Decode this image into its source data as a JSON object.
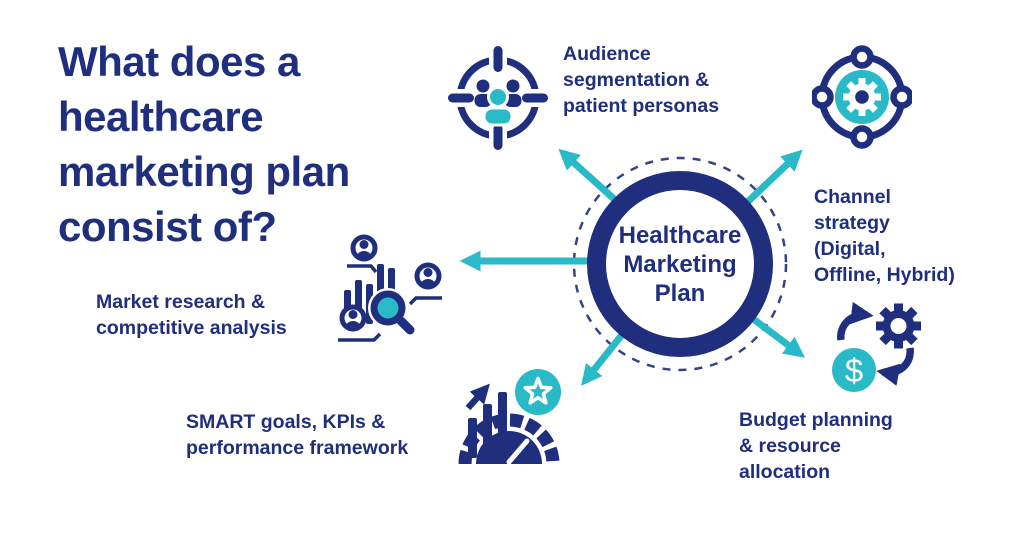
{
  "colors": {
    "navy": "#1f2e7d",
    "teal": "#2ab9c7",
    "background": "#ffffff"
  },
  "title": "What does a\nhealthcare\nmarketing plan\nconsist of?",
  "hub": {
    "label": "Healthcare\nMarketing\nPlan"
  },
  "items": [
    {
      "id": "audience-segmentation",
      "icon": "audience-target-icon",
      "label": "Audience\nsegmentation &\npatient personas"
    },
    {
      "id": "channel-strategy",
      "icon": "channel-network-gear-icon",
      "label": "Channel\nstrategy\n(Digital,\nOffline, Hybrid)"
    },
    {
      "id": "budget-planning",
      "icon": "budget-money-gear-icon",
      "dollar_sign": "$",
      "label": "Budget planning\n& resource\nallocation"
    },
    {
      "id": "smart-goals",
      "icon": "gauge-growth-star-icon",
      "label": "SMART goals, KPIs &\nperformance framework"
    },
    {
      "id": "market-research",
      "icon": "research-chart-magnifier-icon",
      "label": "Market research &\ncompetitive analysis"
    }
  ]
}
